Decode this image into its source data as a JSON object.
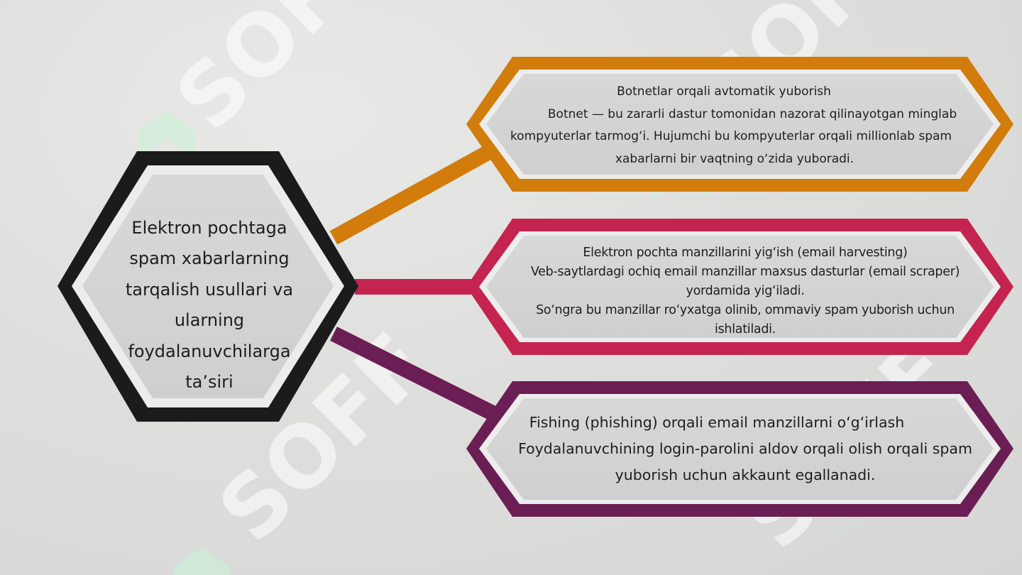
{
  "center": {
    "lines": [
      "Elektron pochtaga",
      "spam xabarlarning",
      "tarqalish usullari va",
      "ularning",
      "foydalanuvchilarga",
      "ta’siri"
    ],
    "border_color": "#1b1b1b"
  },
  "boxes": [
    {
      "color": "#d27c0c",
      "title": "Botnetlar orqali avtomatik yuborish",
      "lines": [
        "Botnet — bu zararli dastur tomonidan nazorat qilinayotgan minglab",
        "kompyuterlar tarmog‘i.  Hujumchi bu kompyuterlar orqali millionlab spam",
        "xabarlarni bir vaqtning o‘zida yuboradi."
      ]
    },
    {
      "color": "#c4244f",
      "title": "Elektron pochta manzillarini yig‘ish (email harvesting)",
      "lines": [
        "Veb-saytlardagi ochiq email manzillar maxsus dasturlar (email scraper)",
        "yordamida yig‘iladi.",
        "So‘ngra bu manzillar ro‘yxatga olinib, ommaviy spam yuborish uchun",
        "ishlatiladi."
      ]
    },
    {
      "color": "#6a1e54",
      "title": "Fishing (phishing) orqali email manzillarni o‘g‘irlash",
      "lines": [
        "Foydalanuvchining login-parolini aldov orqali olish orqali spam",
        "yuborish uchun akkaunt egallanadi."
      ]
    }
  ],
  "watermark": {
    "text": "SOFF",
    "color": "#ffffff"
  }
}
